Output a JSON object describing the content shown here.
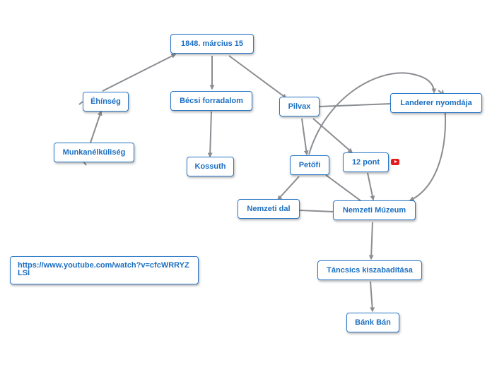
{
  "colors": {
    "node_border": "#2a78c8",
    "node_text": "#1b6fc2",
    "edge": "#8a8d91",
    "video_icon": "#e61a1a"
  },
  "nodes": {
    "root": "1848. március 15",
    "ehinseg": "Éhínség",
    "munkanelkuliseg": "Munkanélküliség",
    "becsi": "Bécsi forradalom",
    "kossuth": "Kossuth",
    "pilvax": "Pilvax",
    "landerer": "Landerer nyomdája",
    "petofi": "Petőfi",
    "pont12": "12 pont",
    "nemzeti_dal": "Nemzeti dal",
    "nemzeti_muzeum": "Nemzeti Múzeum",
    "tancsics": "Táncsics kiszabadítása",
    "bank_ban": "Bánk Bán",
    "youtube_link": "https://www.youtube.com/watch?v=cfcWRRYZLSI"
  },
  "icons": {
    "pont12_attachment": "youtube-icon"
  }
}
